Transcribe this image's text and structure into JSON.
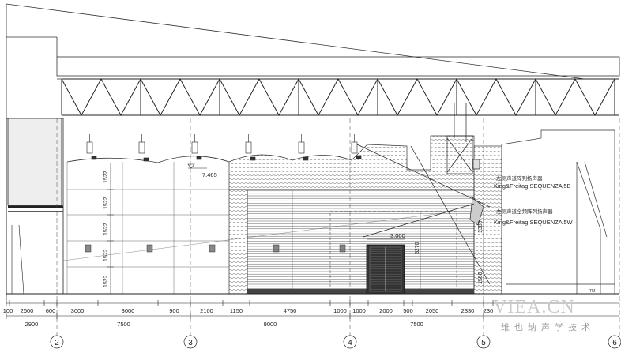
{
  "elevation": {
    "level_mark": "7.465",
    "speaker_label_1": "King&Freitag SEQUENZA 5B",
    "speaker_label_2": "King&Freitag SEQUENZA 5W",
    "speaker_note_1": "左侧声道阵列扬声器",
    "speaker_note_2": "左侧声道全频阵列扬声器",
    "door_dim": "3,000",
    "door_height": "5270",
    "right_dim_1": "1380",
    "right_dim_2": "1560"
  },
  "left_heights": [
    "1522",
    "1522",
    "1522",
    "1522",
    "1522"
  ],
  "dimensions": {
    "row1": [
      "100",
      "2600",
      "600",
      "3000",
      "3000",
      "900",
      "2100",
      "1150",
      "4750",
      "1000",
      "1000",
      "2000",
      "500",
      "2050",
      "2330",
      "230"
    ],
    "row2": [
      "2900",
      "7500",
      "9000",
      "7500"
    ]
  },
  "axes": [
    "2",
    "3",
    "4",
    "5",
    "6"
  ],
  "watermark": {
    "main": "VIEA.CN",
    "sub": "维也纳声学技术",
    "tm": "TM"
  }
}
